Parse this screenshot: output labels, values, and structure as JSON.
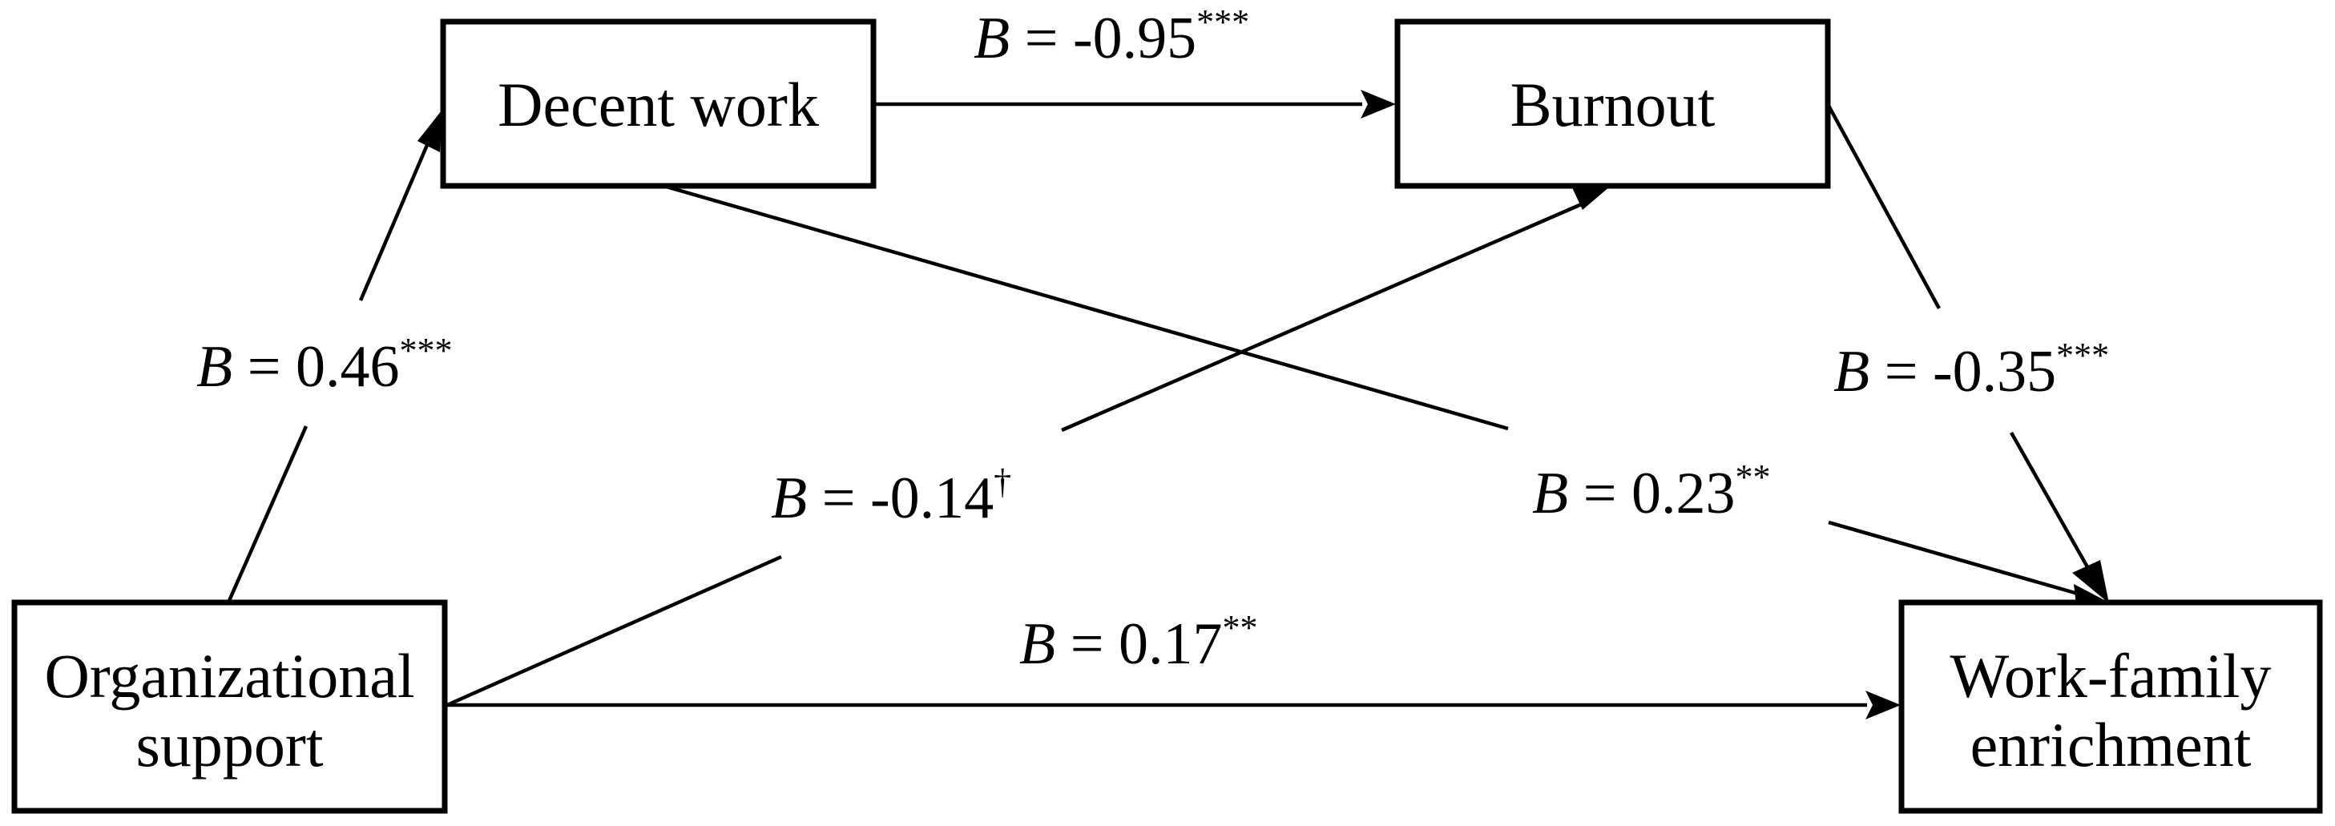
{
  "nodes": [
    {
      "id": "decent_work",
      "lines": [
        "Decent work"
      ]
    },
    {
      "id": "burnout",
      "lines": [
        "Burnout"
      ]
    },
    {
      "id": "org_support",
      "lines": [
        "Organizational",
        "support"
      ]
    },
    {
      "id": "wfe",
      "lines": [
        "Work-family",
        "enrichment"
      ]
    }
  ],
  "edges": [
    {
      "id": "org_to_decent",
      "from": "org_support",
      "to": "decent_work",
      "symbol": "B",
      "operator": "=",
      "coefficient": "0.46",
      "significance": "***"
    },
    {
      "id": "decent_to_burnout",
      "from": "decent_work",
      "to": "burnout",
      "symbol": "B",
      "operator": "=",
      "coefficient": "-0.95",
      "significance": "***"
    },
    {
      "id": "burnout_to_wfe",
      "from": "burnout",
      "to": "wfe",
      "symbol": "B",
      "operator": "=",
      "coefficient": "-0.35",
      "significance": "***"
    },
    {
      "id": "org_to_burnout",
      "from": "org_support",
      "to": "burnout",
      "symbol": "B",
      "operator": "=",
      "coefficient": "-0.14",
      "significance": "†"
    },
    {
      "id": "decent_to_wfe",
      "from": "decent_work",
      "to": "wfe",
      "symbol": "B",
      "operator": "=",
      "coefficient": "0.23",
      "significance": "**"
    },
    {
      "id": "org_to_wfe",
      "from": "org_support",
      "to": "wfe",
      "symbol": "B",
      "operator": "=",
      "coefficient": "0.17",
      "significance": "**"
    }
  ]
}
